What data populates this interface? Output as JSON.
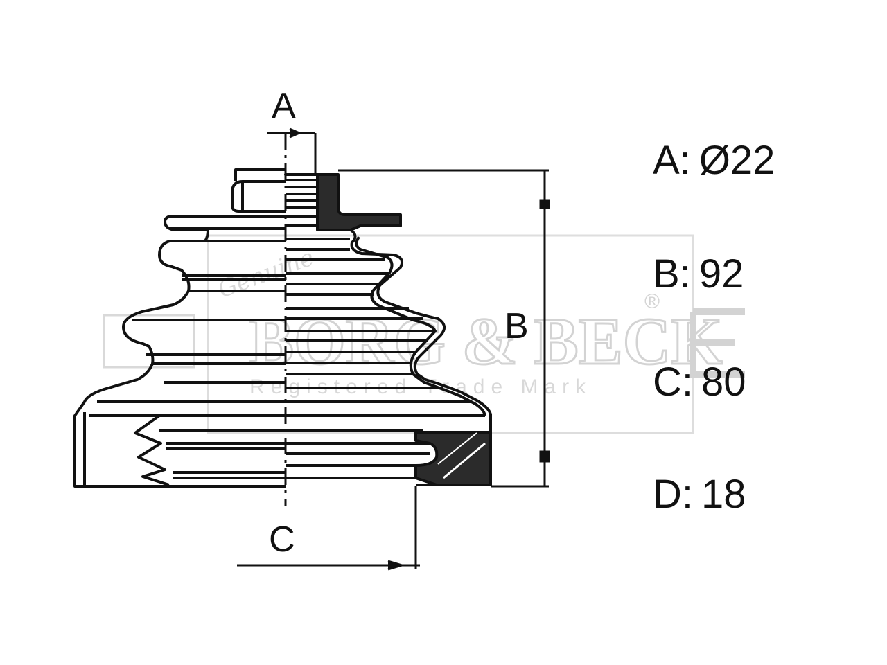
{
  "dimension_labels": {
    "a": "A",
    "b": "B",
    "c": "C"
  },
  "specs": [
    {
      "key": "A:",
      "value": "Ø22"
    },
    {
      "key": "B:",
      "value": "92"
    },
    {
      "key": "C:",
      "value": "80"
    },
    {
      "key": "D:",
      "value": "18"
    }
  ],
  "watermark": {
    "script": "Genuine",
    "brand": "BORG & BECK",
    "registered": "®",
    "tagline": "Registered Trade Mark"
  }
}
